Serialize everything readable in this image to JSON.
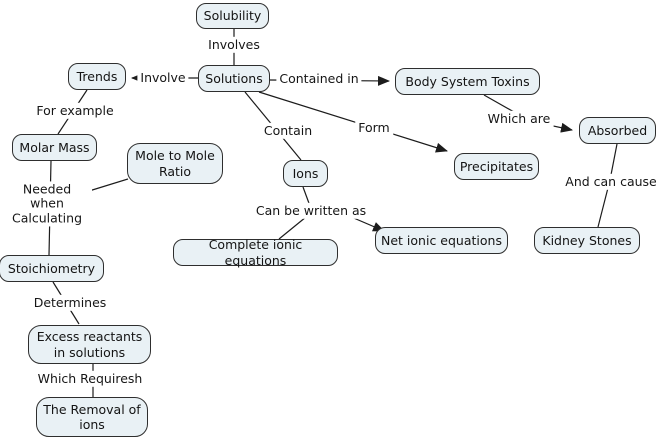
{
  "colors": {
    "background": "#ffffff",
    "node_fill": "#e9f1f5",
    "node_border": "#2e2e2e",
    "line": "#1c1c1c",
    "text": "#141414"
  },
  "nodes": {
    "solubility": {
      "label": "Solubility"
    },
    "solutions": {
      "label": "Solutions"
    },
    "trends": {
      "label": "Trends"
    },
    "body_system_toxins": {
      "label": "Body System Toxins"
    },
    "molar_mass": {
      "label": "Molar Mass"
    },
    "mole_to_mole_ratio": {
      "label": "Mole to Mole Ratio"
    },
    "ions": {
      "label": "Ions"
    },
    "precipitates": {
      "label": "Precipitates"
    },
    "absorbed": {
      "label": "Absorbed"
    },
    "complete_ionic_equations": {
      "label": "Complete ionic equations"
    },
    "net_ionic_equations": {
      "label": "Net ionic equations"
    },
    "kidney_stones": {
      "label": "Kidney Stones"
    },
    "stoichiometry": {
      "label": "Stoichiometry"
    },
    "excess_reactants": {
      "label": "Excess reactants in solutions"
    },
    "removal_of_ions": {
      "label": "The Removal of ions"
    }
  },
  "edge_labels": {
    "involves": {
      "label": "Involves"
    },
    "involve": {
      "label": "Involve"
    },
    "contained_in": {
      "label": "Contained in"
    },
    "for_example": {
      "label": "For example"
    },
    "contain": {
      "label": "Contain"
    },
    "form": {
      "label": "Form"
    },
    "which_are": {
      "label": "Which are"
    },
    "and_can_cause": {
      "label": "And can cause"
    },
    "can_be_written_as": {
      "label": "Can be written as"
    },
    "needed_when_calculating": {
      "label": "Needed when Calculating"
    },
    "determines": {
      "label": "Determines"
    },
    "which_requiresh": {
      "label": "Which Requiresh"
    }
  },
  "edges": [
    {
      "from": "Solubility",
      "label": "Involves",
      "to": "Solutions",
      "arrow": false
    },
    {
      "from": "Solutions",
      "label": "Involve",
      "to": "Trends",
      "arrow": true
    },
    {
      "from": "Solutions",
      "label": "Contained in",
      "to": "Body System Toxins",
      "arrow": true
    },
    {
      "from": "Trends",
      "label": "For example",
      "to": "Molar Mass",
      "arrow": false
    },
    {
      "from": "Solutions",
      "label": "Contain",
      "to": "Ions",
      "arrow": false
    },
    {
      "from": "Solutions",
      "label": "Form",
      "to": "Precipitates",
      "arrow": true
    },
    {
      "from": "Body System Toxins",
      "label": "Which are",
      "to": "Absorbed",
      "arrow": true
    },
    {
      "from": "Absorbed",
      "label": "And can cause",
      "to": "Kidney Stones",
      "arrow": false
    },
    {
      "from": "Ions",
      "label": "Can be written as",
      "to": "Complete ionic equations",
      "arrow": false
    },
    {
      "from": "Ions",
      "label": "Can be written as",
      "to": "Net ionic equations",
      "arrow": true
    },
    {
      "from": "Molar Mass",
      "label": "Needed when Calculating",
      "to": "Stoichiometry",
      "arrow": false
    },
    {
      "from": "Mole to Mole Ratio",
      "label": "Needed when Calculating",
      "to": "Stoichiometry",
      "arrow": false
    },
    {
      "from": "Stoichiometry",
      "label": "Determines",
      "to": "Excess reactants in solutions",
      "arrow": false
    },
    {
      "from": "Excess reactants in solutions",
      "label": "Which Requiresh",
      "to": "The Removal of ions",
      "arrow": false
    }
  ]
}
